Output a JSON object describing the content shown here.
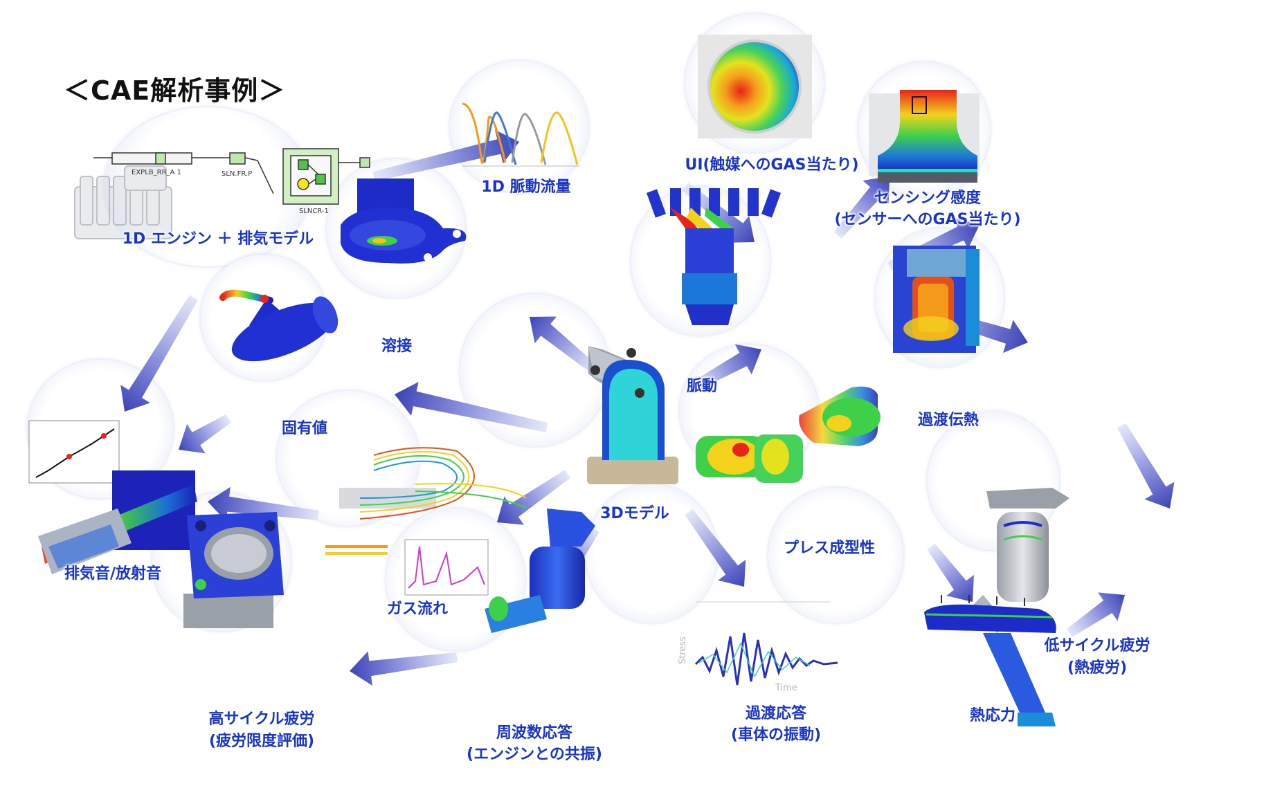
{
  "title": "＜CAE解析事例＞",
  "nodes": {
    "engine1d": {
      "label": "1D エンジン ＋ 排気モデル"
    },
    "pulse1d": {
      "label": "1D 脈動流量"
    },
    "ui": {
      "label": "UI(触媒へのGAS当たり)"
    },
    "sensing": {
      "label": "センシング感度",
      "label2": "(センサーへのGAS当たり)"
    },
    "weld": {
      "label": "溶接"
    },
    "pulsation": {
      "label": "脈動"
    },
    "transheat": {
      "label": "過渡伝熱"
    },
    "eigen": {
      "label": "固有値"
    },
    "model3d": {
      "label": "3Dモデル"
    },
    "press": {
      "label": "プレス成型性"
    },
    "sound": {
      "label": "排気音/放射音"
    },
    "gasflow": {
      "label": "ガス流れ"
    },
    "lowcycle": {
      "label": "低サイクル疲労",
      "label2": "(熱疲労)"
    },
    "highcycle": {
      "label": "高サイクル疲労",
      "label2": "(疲労限度評価)"
    },
    "freqresp": {
      "label": "周波数応答",
      "label2": "(エンジンとの共振)"
    },
    "transresp": {
      "label": "過渡応答",
      "label2": "(車体の振動)"
    },
    "thermal": {
      "label": "熱応力"
    }
  },
  "thumb_text": {
    "block1": "EXPLB_RR_A 1",
    "block2": "SLN.FR.P",
    "block3": "SLNCR-1",
    "stress_axis": "Stress",
    "time_axis": "Time"
  },
  "colors": {
    "label": "#1a34c8",
    "arrow_light": "#dfe3f7",
    "arrow_dark": "#3c44b8"
  }
}
